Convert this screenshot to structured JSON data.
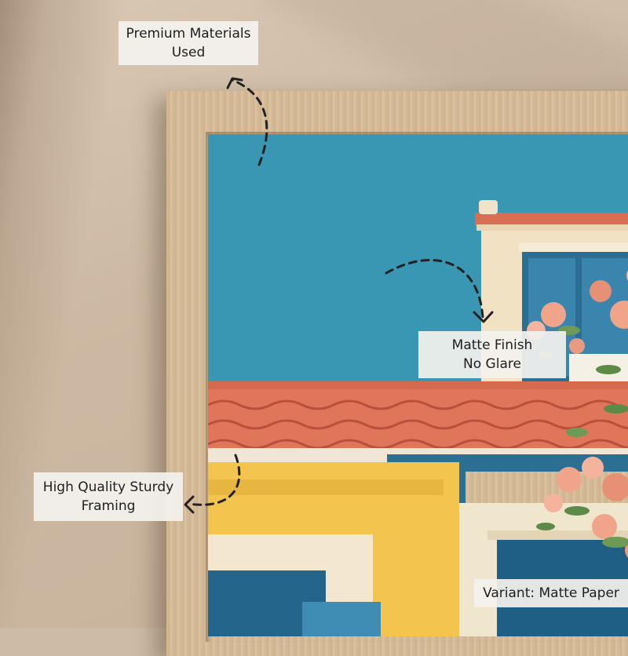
{
  "labels": {
    "premium": {
      "line1": "Premium Materials",
      "line2": "Used"
    },
    "matte": {
      "line1": "Matte Finish",
      "line2": "No Glare"
    },
    "framing": {
      "line1": "High Quality Sturdy",
      "line2": "Framing"
    },
    "variant": {
      "text": "Variant: Matte Paper"
    }
  },
  "colors": {
    "sky": "#3a97b3",
    "roof_tile": "#e0755a",
    "wall_yellow": "#f3c54e",
    "frame_wood": "#d6bb98",
    "shutter_blue": "#1f5f86"
  }
}
